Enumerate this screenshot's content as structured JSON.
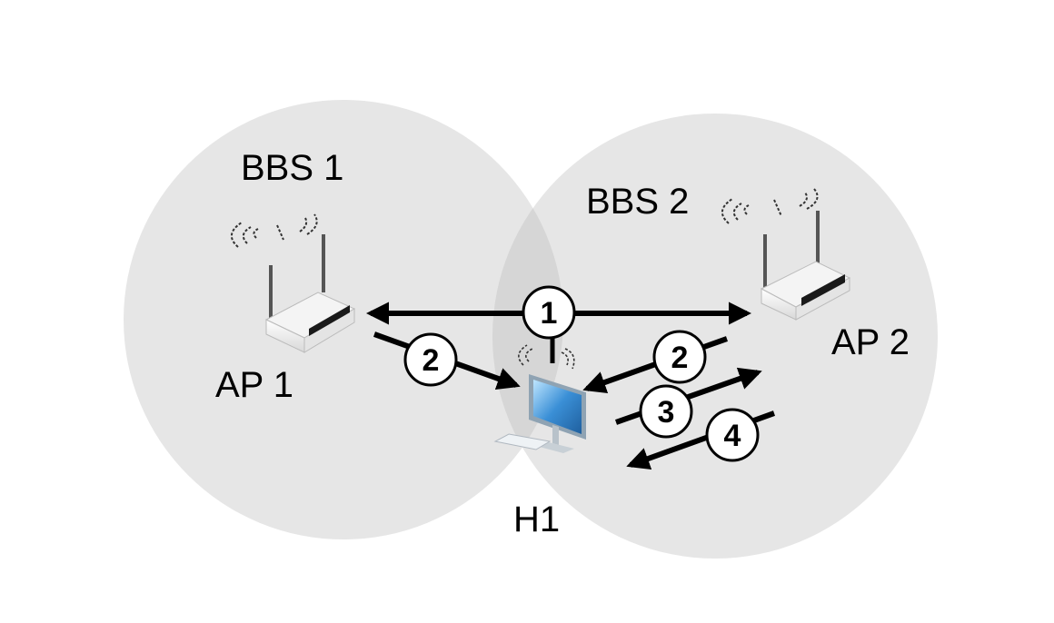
{
  "bss": [
    {
      "id": "bss1",
      "label": "BBS 1"
    },
    {
      "id": "bss2",
      "label": "BBS 2"
    }
  ],
  "access_points": [
    {
      "id": "ap1",
      "label": "AP 1"
    },
    {
      "id": "ap2",
      "label": "AP 2"
    }
  ],
  "host": {
    "id": "h1",
    "label": "H1"
  },
  "steps": [
    {
      "id": "step1",
      "number": "1",
      "description": "AP 1 to AP 2 (bidirectional)"
    },
    {
      "id": "step2a",
      "number": "2",
      "description": "AP 1 to H1"
    },
    {
      "id": "step2b",
      "number": "2",
      "description": "AP 2 to H1"
    },
    {
      "id": "step3",
      "number": "3",
      "description": "H1 to AP 2"
    },
    {
      "id": "step4",
      "number": "4",
      "description": "AP 2 to H1"
    }
  ],
  "colors": {
    "circle_fill": "#e6e6e6",
    "overlap_fill": "#d6d6d6",
    "arrow": "#000000",
    "label": "#000000",
    "screen": "#3a8fd6"
  }
}
